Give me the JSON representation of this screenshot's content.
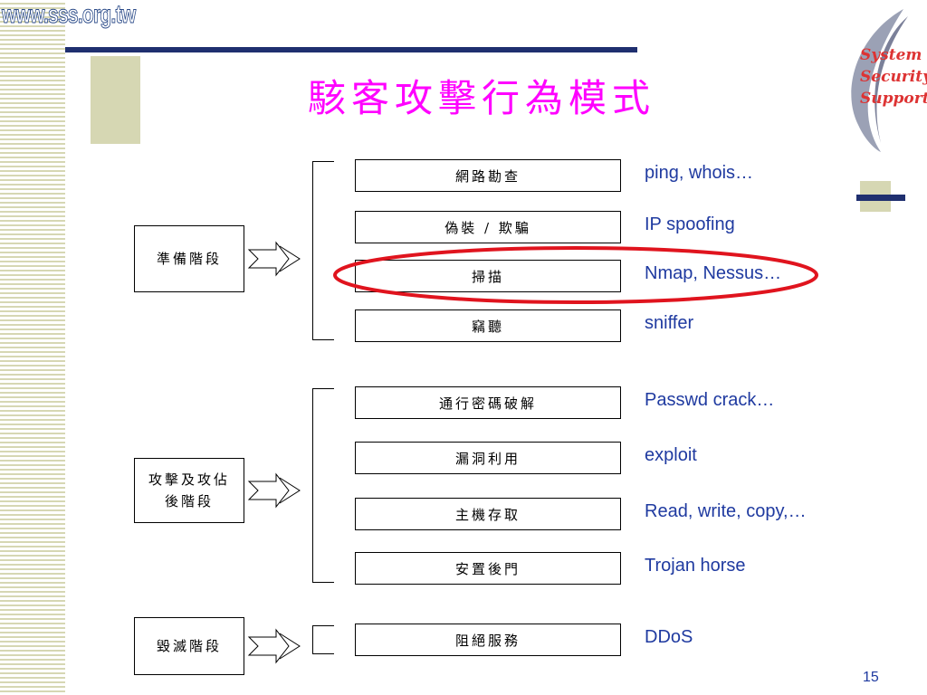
{
  "header": {
    "site_url": "www.sss.org.tw",
    "title": "駭客攻擊行為模式",
    "logo_lines": [
      "System",
      "Security",
      "Support"
    ]
  },
  "colors": {
    "title": "#ff00ff",
    "tool_text": "#1f3aa0",
    "accent_bar": "#1f2f6f",
    "olive": "#d6d7b3",
    "highlight_ellipse": "#e0141e"
  },
  "phases": [
    {
      "label_lines": [
        "準備階段"
      ],
      "steps": [
        {
          "label": "網路勘查",
          "tool": "ping, whois…"
        },
        {
          "label": "偽裝 / 欺騙",
          "tool": "IP spoofing"
        },
        {
          "label": "掃描",
          "tool": "Nmap, Nessus…",
          "highlighted": true
        },
        {
          "label": "竊聽",
          "tool": "sniffer"
        }
      ]
    },
    {
      "label_lines": [
        "攻擊及攻佔",
        "後階段"
      ],
      "steps": [
        {
          "label": "通行密碼破解",
          "tool": "Passwd crack…"
        },
        {
          "label": "漏洞利用",
          "tool": "exploit"
        },
        {
          "label": "主機存取",
          "tool": "Read, write, copy,…"
        },
        {
          "label": "安置後門",
          "tool": "Trojan horse"
        }
      ]
    },
    {
      "label_lines": [
        "毀滅階段"
      ],
      "steps": [
        {
          "label": "阻絕服務",
          "tool": "DDoS"
        }
      ]
    }
  ],
  "footer": {
    "page_number": "15"
  }
}
